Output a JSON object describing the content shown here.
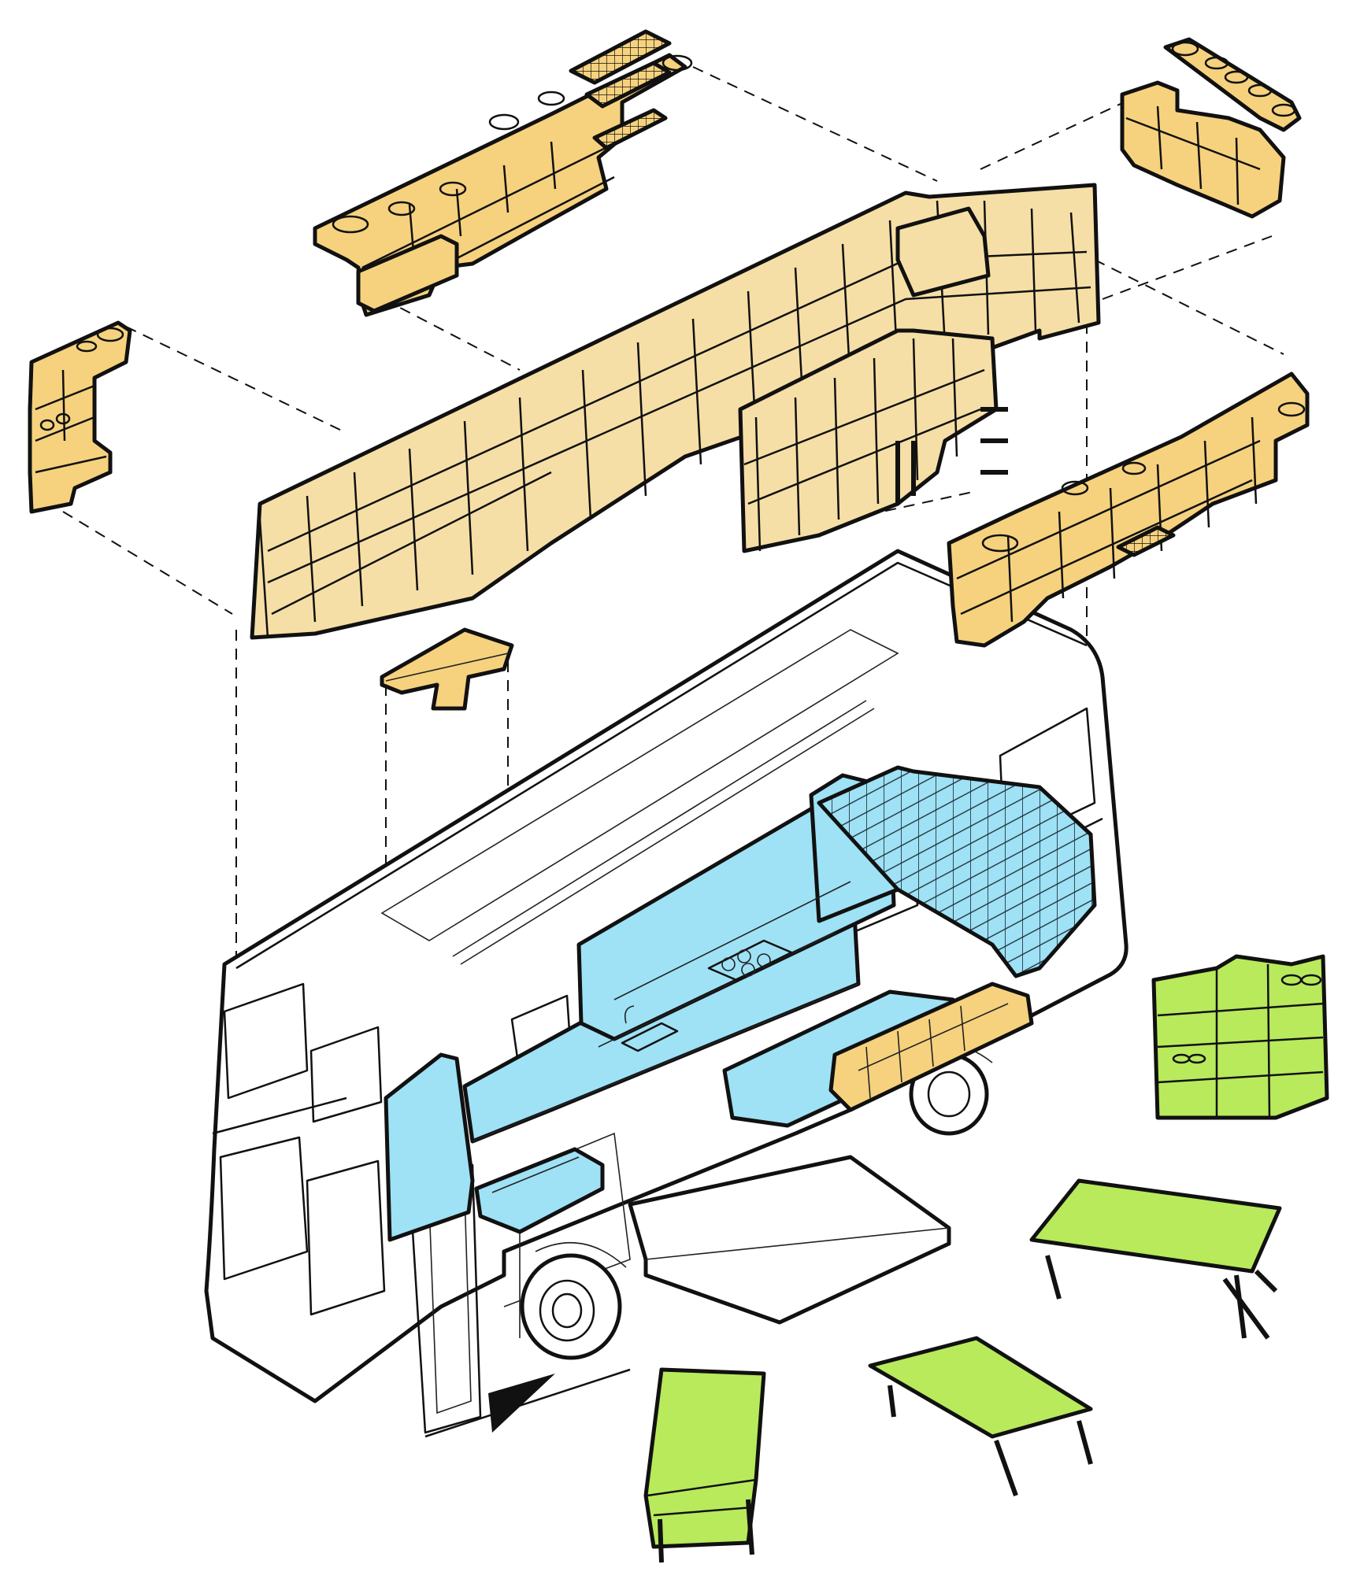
{
  "figure": {
    "colors": {
      "outline": "#111111",
      "bus_body": "#ffffff",
      "timber_frame": "#f6dfa6",
      "timber_modules": "#f6d27e",
      "kitchen_blue": "#9fe1f5",
      "green_furniture": "#b8ea5c",
      "background": "#ffffff"
    },
    "parts": [
      "bus-shell",
      "kitchen-unit",
      "rib-frame-long",
      "rib-frame-rear",
      "shelf-module-top",
      "shelf-module-left",
      "shelf-module-topright",
      "shelf-module-right",
      "bench-module",
      "green-cabinet",
      "green-table",
      "fold-out-deck",
      "direction-marker"
    ]
  }
}
